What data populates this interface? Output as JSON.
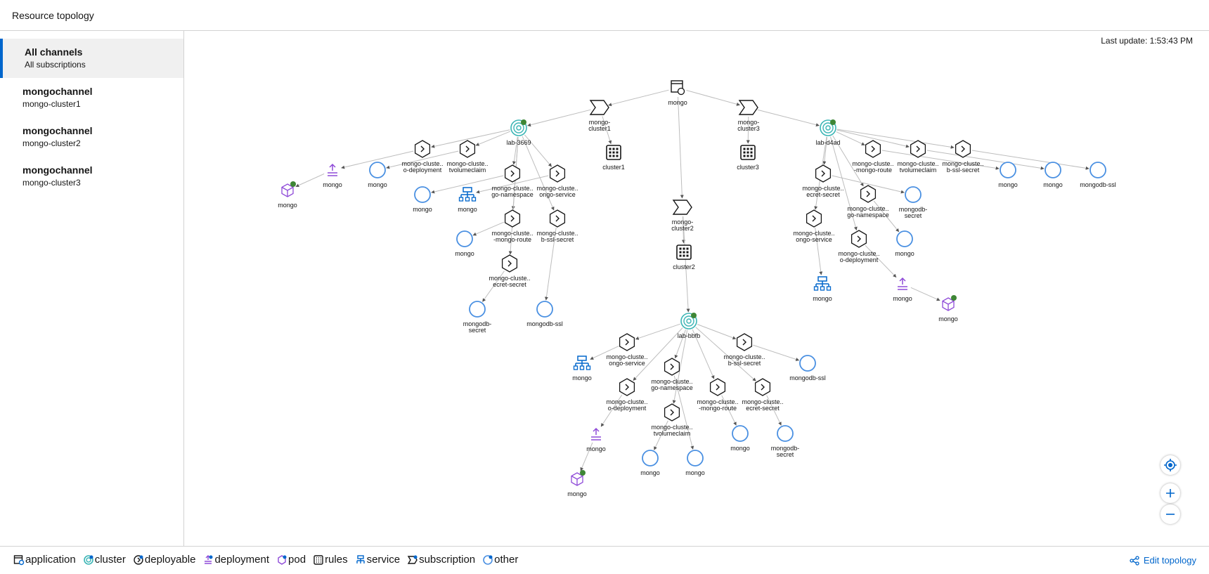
{
  "header": {
    "title": "Resource topology"
  },
  "sidebar": {
    "channels": [
      {
        "name": "All channels",
        "sub": "All subscriptions"
      },
      {
        "name": "mongochannel",
        "sub": "mongo-cluster1"
      },
      {
        "name": "mongochannel",
        "sub": "mongo-cluster2"
      },
      {
        "name": "mongochannel",
        "sub": "mongo-cluster3"
      }
    ]
  },
  "last_update": "Last update: 1:53:43 PM",
  "legend": {
    "items": [
      {
        "label": "application",
        "icon": "application-icon"
      },
      {
        "label": "cluster",
        "icon": "cluster-icon"
      },
      {
        "label": "deployable",
        "icon": "deployable-icon"
      },
      {
        "label": "deployment",
        "icon": "deployment-icon"
      },
      {
        "label": "pod",
        "icon": "pod-icon"
      },
      {
        "label": "rules",
        "icon": "rules-icon"
      },
      {
        "label": "service",
        "icon": "service-icon"
      },
      {
        "label": "subscription",
        "icon": "subscription-icon"
      },
      {
        "label": "other",
        "icon": "other-icon"
      }
    ],
    "edit_label": "Edit topology"
  },
  "colors": {
    "accent": "#0066cc",
    "status_ok": "#3e8635",
    "purple": "#8f4bd8",
    "cluster_teal": "#3ab5b5"
  },
  "graph": {
    "nodes": [
      {
        "id": "app",
        "type": "application",
        "labels": [
          "mongo"
        ]
      },
      {
        "id": "s1",
        "type": "subscription",
        "labels": [
          "mongo-",
          "cluster1"
        ]
      },
      {
        "id": "s2",
        "type": "subscription",
        "labels": [
          "mongo-",
          "cluster2"
        ]
      },
      {
        "id": "s3",
        "type": "subscription",
        "labels": [
          "mongo-",
          "cluster3"
        ]
      },
      {
        "id": "r1",
        "type": "rules",
        "labels": [
          "cluster1"
        ]
      },
      {
        "id": "r2",
        "type": "rules",
        "labels": [
          "cluster2"
        ]
      },
      {
        "id": "r3",
        "type": "rules",
        "labels": [
          "cluster3"
        ]
      },
      {
        "id": "c1",
        "type": "cluster",
        "labels": [
          "lab-3669"
        ]
      },
      {
        "id": "c2",
        "type": "cluster",
        "labels": [
          "lab-bbfb"
        ]
      },
      {
        "id": "c3",
        "type": "cluster",
        "labels": [
          "lab-d4ad"
        ]
      },
      {
        "id": "a1",
        "type": "deployable",
        "labels": [
          "mongo-cluste..",
          "o-deployment"
        ]
      },
      {
        "id": "a2",
        "type": "deployable",
        "labels": [
          "mongo-cluste..",
          "tvolumeclaim"
        ]
      },
      {
        "id": "a3",
        "type": "deployable",
        "labels": [
          "mongo-cluste..",
          "go-namespace"
        ]
      },
      {
        "id": "a4",
        "type": "deployable",
        "labels": [
          "mongo-cluste..",
          "ongo-service"
        ]
      },
      {
        "id": "a5",
        "type": "deployable",
        "labels": [
          "mongo-cluste..",
          "-mongo-route"
        ]
      },
      {
        "id": "a6",
        "type": "deployable",
        "labels": [
          "mongo-cluste..",
          "b-ssl-secret"
        ]
      },
      {
        "id": "a7",
        "type": "deployable",
        "labels": [
          "mongo-cluste..",
          "ecret-secret"
        ]
      },
      {
        "id": "ad",
        "type": "deployment",
        "labels": [
          "mongo"
        ]
      },
      {
        "id": "ap",
        "type": "pod",
        "labels": [
          "mongo"
        ]
      },
      {
        "id": "ao1",
        "type": "other",
        "labels": [
          "mongo"
        ]
      },
      {
        "id": "ao2",
        "type": "other",
        "labels": [
          "mongo"
        ]
      },
      {
        "id": "asv",
        "type": "service",
        "labels": [
          "mongo"
        ]
      },
      {
        "id": "ao3",
        "type": "other",
        "labels": [
          "mongo"
        ]
      },
      {
        "id": "ao4",
        "type": "other",
        "labels": [
          "mongodb-",
          "secret"
        ]
      },
      {
        "id": "ao5",
        "type": "other",
        "labels": [
          "mongodb-ssl"
        ]
      },
      {
        "id": "b1",
        "type": "deployable",
        "labels": [
          "mongo-cluste..",
          "ongo-service"
        ]
      },
      {
        "id": "b2",
        "type": "deployable",
        "labels": [
          "mongo-cluste..",
          "b-ssl-secret"
        ]
      },
      {
        "id": "b3",
        "type": "deployable",
        "labels": [
          "mongo-cluste..",
          "go-namespace"
        ]
      },
      {
        "id": "b4",
        "type": "deployable",
        "labels": [
          "mongo-cluste..",
          "o-deployment"
        ]
      },
      {
        "id": "b5",
        "type": "deployable",
        "labels": [
          "mongo-cluste..",
          "-mongo-route"
        ]
      },
      {
        "id": "b6",
        "type": "deployable",
        "labels": [
          "mongo-cluste..",
          "ecret-secret"
        ]
      },
      {
        "id": "b7",
        "type": "deployable",
        "labels": [
          "mongo-cluste..",
          "tvolumeclaim"
        ]
      },
      {
        "id": "bsv",
        "type": "service",
        "labels": [
          "mongo"
        ]
      },
      {
        "id": "bo1",
        "type": "other",
        "labels": [
          "mongodb-ssl"
        ]
      },
      {
        "id": "bd",
        "type": "deployment",
        "labels": [
          "mongo"
        ]
      },
      {
        "id": "bp",
        "type": "pod",
        "labels": [
          "mongo"
        ]
      },
      {
        "id": "bo2",
        "type": "other",
        "labels": [
          "mongo"
        ]
      },
      {
        "id": "bo3",
        "type": "other",
        "labels": [
          "mongodb-",
          "secret"
        ]
      },
      {
        "id": "bo4",
        "type": "other",
        "labels": [
          "mongo"
        ]
      },
      {
        "id": "bo5",
        "type": "other",
        "labels": [
          "mongo"
        ]
      },
      {
        "id": "d1",
        "type": "deployable",
        "labels": [
          "mongo-cluste..",
          "-mongo-route"
        ]
      },
      {
        "id": "d2",
        "type": "deployable",
        "labels": [
          "mongo-cluste..",
          "tvolumeclaim"
        ]
      },
      {
        "id": "d3",
        "type": "deployable",
        "labels": [
          "mongo-cluste..",
          "b-ssl-secret"
        ]
      },
      {
        "id": "d4",
        "type": "deployable",
        "labels": [
          "mongo-cluste..",
          "ecret-secret"
        ]
      },
      {
        "id": "d5",
        "type": "deployable",
        "labels": [
          "mongo-cluste..",
          "go-namespace"
        ]
      },
      {
        "id": "d6",
        "type": "deployable",
        "labels": [
          "mongo-cluste..",
          "ongo-service"
        ]
      },
      {
        "id": "d7",
        "type": "deployable",
        "labels": [
          "mongo-cluste..",
          "o-deployment"
        ]
      },
      {
        "id": "do1",
        "type": "other",
        "labels": [
          "mongo"
        ]
      },
      {
        "id": "do2",
        "type": "other",
        "labels": [
          "mongo"
        ]
      },
      {
        "id": "do3",
        "type": "other",
        "labels": [
          "mongodb-ssl"
        ]
      },
      {
        "id": "do4",
        "type": "other",
        "labels": [
          "mongodb-",
          "secret"
        ]
      },
      {
        "id": "do5",
        "type": "other",
        "labels": [
          "mongo"
        ]
      },
      {
        "id": "dsv",
        "type": "service",
        "labels": [
          "mongo"
        ]
      },
      {
        "id": "dd",
        "type": "deployment",
        "labels": [
          "mongo"
        ]
      },
      {
        "id": "dp",
        "type": "pod",
        "labels": [
          "mongo"
        ]
      }
    ],
    "edges": [
      [
        "app",
        "s1"
      ],
      [
        "app",
        "s2"
      ],
      [
        "app",
        "s3"
      ],
      [
        "s1",
        "r1"
      ],
      [
        "s2",
        "r2"
      ],
      [
        "s3",
        "r3"
      ],
      [
        "s1",
        "c1"
      ],
      [
        "s2",
        "c2"
      ],
      [
        "s3",
        "c3"
      ],
      [
        "c1",
        "a1"
      ],
      [
        "c1",
        "a2"
      ],
      [
        "c1",
        "a3"
      ],
      [
        "c1",
        "a4"
      ],
      [
        "c1",
        "a5"
      ],
      [
        "c1",
        "a6"
      ],
      [
        "c1",
        "a7"
      ],
      [
        "a1",
        "ad"
      ],
      [
        "ad",
        "ap"
      ],
      [
        "a2",
        "ao1"
      ],
      [
        "a3",
        "ao2"
      ],
      [
        "a4",
        "asv"
      ],
      [
        "a5",
        "ao3"
      ],
      [
        "a7",
        "ao4"
      ],
      [
        "a6",
        "ao5"
      ],
      [
        "c2",
        "b1"
      ],
      [
        "c2",
        "b2"
      ],
      [
        "c2",
        "b3"
      ],
      [
        "c2",
        "b4"
      ],
      [
        "c2",
        "b5"
      ],
      [
        "c2",
        "b6"
      ],
      [
        "c2",
        "b7"
      ],
      [
        "b1",
        "bsv"
      ],
      [
        "b2",
        "bo1"
      ],
      [
        "b4",
        "bd"
      ],
      [
        "bd",
        "bp"
      ],
      [
        "b5",
        "bo2"
      ],
      [
        "b6",
        "bo3"
      ],
      [
        "b7",
        "bo4"
      ],
      [
        "b3",
        "bo5"
      ],
      [
        "c3",
        "d1"
      ],
      [
        "c3",
        "d2"
      ],
      [
        "c3",
        "d3"
      ],
      [
        "c3",
        "d4"
      ],
      [
        "c3",
        "d5"
      ],
      [
        "c3",
        "d6"
      ],
      [
        "c3",
        "d7"
      ],
      [
        "d1",
        "do1"
      ],
      [
        "d2",
        "do2"
      ],
      [
        "d3",
        "do3"
      ],
      [
        "d4",
        "do4"
      ],
      [
        "d5",
        "do5"
      ],
      [
        "d6",
        "dsv"
      ],
      [
        "d7",
        "dd"
      ],
      [
        "dd",
        "dp"
      ]
    ]
  }
}
